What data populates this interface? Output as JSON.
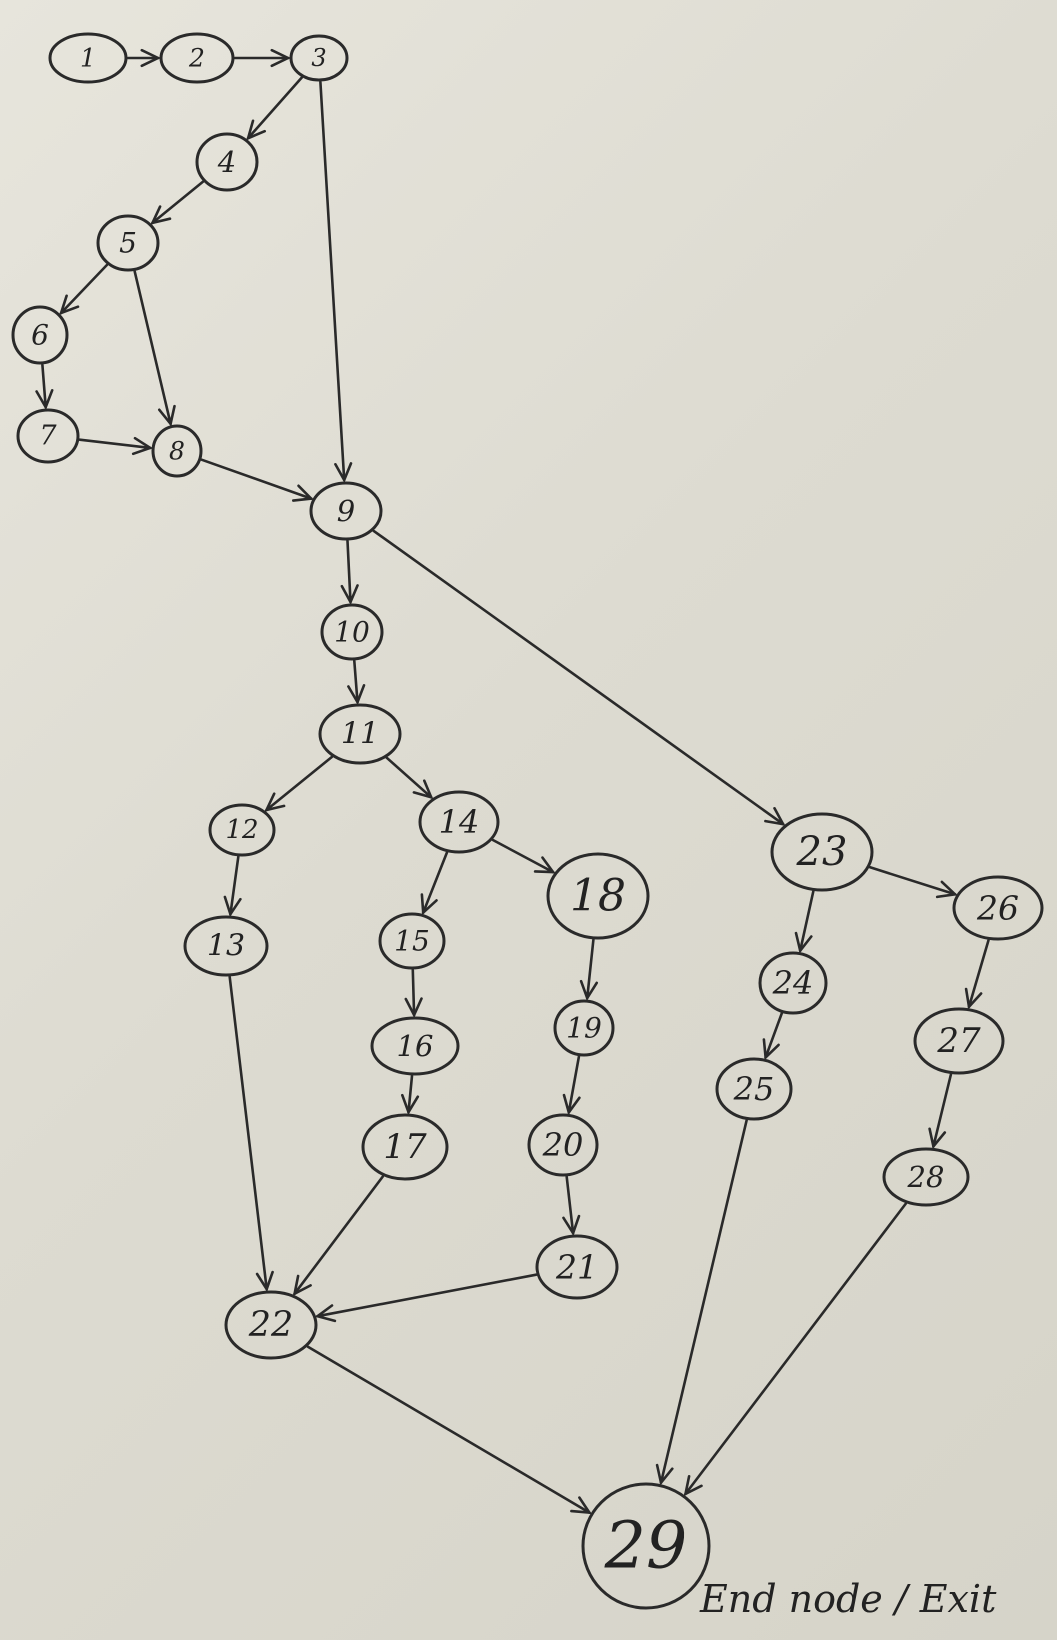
{
  "nodes": [
    {
      "id": "1",
      "label": "1"
    },
    {
      "id": "2",
      "label": "2"
    },
    {
      "id": "3",
      "label": "3"
    },
    {
      "id": "4",
      "label": "4"
    },
    {
      "id": "5",
      "label": "5"
    },
    {
      "id": "6",
      "label": "6"
    },
    {
      "id": "7",
      "label": "7"
    },
    {
      "id": "8",
      "label": "8"
    },
    {
      "id": "9",
      "label": "9"
    },
    {
      "id": "10",
      "label": "10"
    },
    {
      "id": "11",
      "label": "11"
    },
    {
      "id": "12",
      "label": "12"
    },
    {
      "id": "13",
      "label": "13"
    },
    {
      "id": "14",
      "label": "14"
    },
    {
      "id": "15",
      "label": "15"
    },
    {
      "id": "16",
      "label": "16"
    },
    {
      "id": "17",
      "label": "17"
    },
    {
      "id": "18",
      "label": "18"
    },
    {
      "id": "19",
      "label": "19"
    },
    {
      "id": "20",
      "label": "20"
    },
    {
      "id": "21",
      "label": "21"
    },
    {
      "id": "22",
      "label": "22"
    },
    {
      "id": "23",
      "label": "23"
    },
    {
      "id": "24",
      "label": "24"
    },
    {
      "id": "25",
      "label": "25"
    },
    {
      "id": "26",
      "label": "26"
    },
    {
      "id": "27",
      "label": "27"
    },
    {
      "id": "28",
      "label": "28"
    },
    {
      "id": "29",
      "label": "29"
    }
  ],
  "edges": [
    {
      "from": "1",
      "to": "2"
    },
    {
      "from": "2",
      "to": "3"
    },
    {
      "from": "3",
      "to": "4"
    },
    {
      "from": "3",
      "to": "9"
    },
    {
      "from": "4",
      "to": "5"
    },
    {
      "from": "5",
      "to": "6"
    },
    {
      "from": "5",
      "to": "8"
    },
    {
      "from": "6",
      "to": "7"
    },
    {
      "from": "7",
      "to": "8"
    },
    {
      "from": "8",
      "to": "9"
    },
    {
      "from": "9",
      "to": "10"
    },
    {
      "from": "9",
      "to": "23"
    },
    {
      "from": "10",
      "to": "11"
    },
    {
      "from": "11",
      "to": "12"
    },
    {
      "from": "11",
      "to": "14"
    },
    {
      "from": "12",
      "to": "13"
    },
    {
      "from": "13",
      "to": "22"
    },
    {
      "from": "14",
      "to": "15"
    },
    {
      "from": "14",
      "to": "18"
    },
    {
      "from": "15",
      "to": "16"
    },
    {
      "from": "16",
      "to": "17"
    },
    {
      "from": "17",
      "to": "22"
    },
    {
      "from": "18",
      "to": "19"
    },
    {
      "from": "19",
      "to": "20"
    },
    {
      "from": "20",
      "to": "21"
    },
    {
      "from": "21",
      "to": "22"
    },
    {
      "from": "22",
      "to": "29"
    },
    {
      "from": "23",
      "to": "24"
    },
    {
      "from": "23",
      "to": "26"
    },
    {
      "from": "24",
      "to": "25"
    },
    {
      "from": "25",
      "to": "29"
    },
    {
      "from": "26",
      "to": "27"
    },
    {
      "from": "27",
      "to": "28"
    },
    {
      "from": "28",
      "to": "29"
    }
  ],
  "caption": {
    "text": "End node / Exit"
  }
}
